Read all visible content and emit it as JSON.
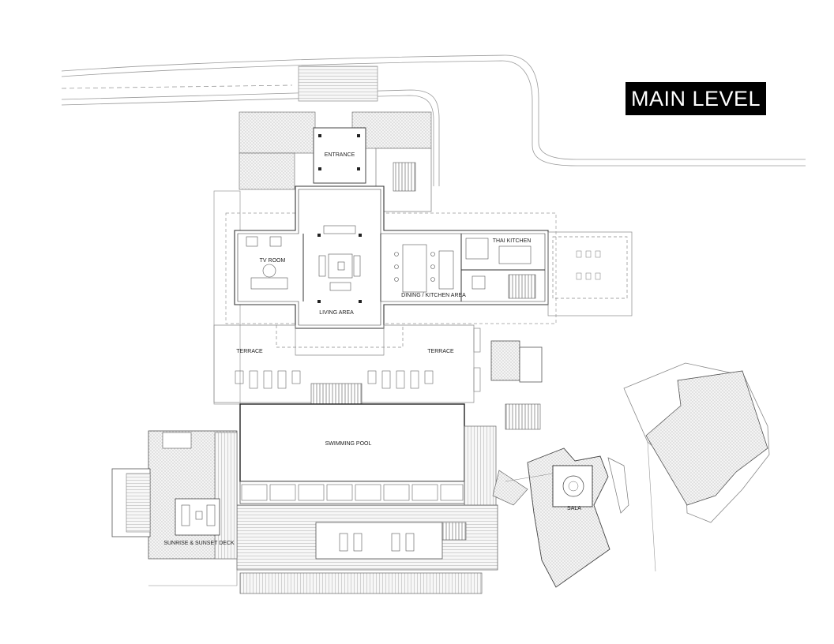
{
  "title": "MAIN LEVEL",
  "rooms": {
    "entrance": "ENTRANCE",
    "tv_room": "TV ROOM",
    "living_area": "LIVING AREA",
    "dining_kitchen": "DINING / KITCHEN AREA",
    "thai_kitchen": "THAI KITCHEN",
    "terrace_left": "TERRACE",
    "terrace_right": "TERRACE",
    "swimming_pool": "SWIMMING POOL",
    "sala": "SALA",
    "sunrise_deck": "SUNRISE & SUNSET DECK"
  }
}
